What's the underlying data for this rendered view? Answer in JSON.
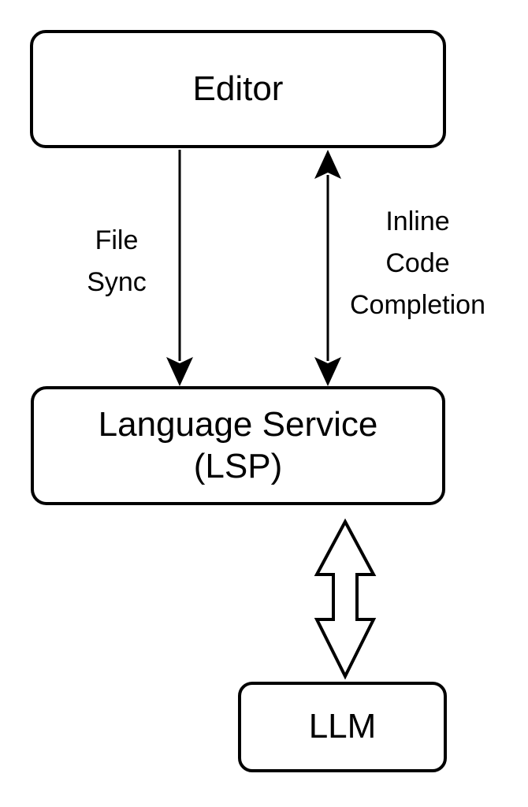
{
  "colors": {
    "background": "#ffffff",
    "stroke": "#000000",
    "node_fill": "#ffffff",
    "text": "#000000"
  },
  "nodes": {
    "editor": {
      "label": "Editor"
    },
    "language_service": {
      "line1": "Language Service",
      "line2": "(LSP)"
    },
    "llm": {
      "label": "LLM"
    }
  },
  "edges": {
    "file_sync": {
      "lines": [
        "File",
        "Sync"
      ],
      "from": "Editor",
      "to": "Language Service (LSP)",
      "arrow": "single-down",
      "style": "solid-thin-line"
    },
    "inline_code_completion": {
      "lines": [
        "Inline",
        "Code",
        "Completion"
      ],
      "from": "Editor",
      "to": "Language Service (LSP)",
      "arrow": "double-headed",
      "style": "solid-thin-line"
    },
    "lsp_llm": {
      "from": "Language Service (LSP)",
      "to": "LLM",
      "arrow": "double-headed",
      "style": "hollow-block-arrow"
    }
  }
}
